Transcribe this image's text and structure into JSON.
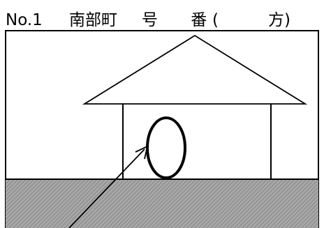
{
  "header": {
    "number_label": "No.1",
    "place_name": "南部町",
    "number_word": "号 番",
    "open_paren": "(",
    "direction_word": "方)"
  },
  "colors": {
    "line": "#000000",
    "ground_fill": "#a8a8a8",
    "ground_hatch": "#707070",
    "background": "#ffffff"
  }
}
